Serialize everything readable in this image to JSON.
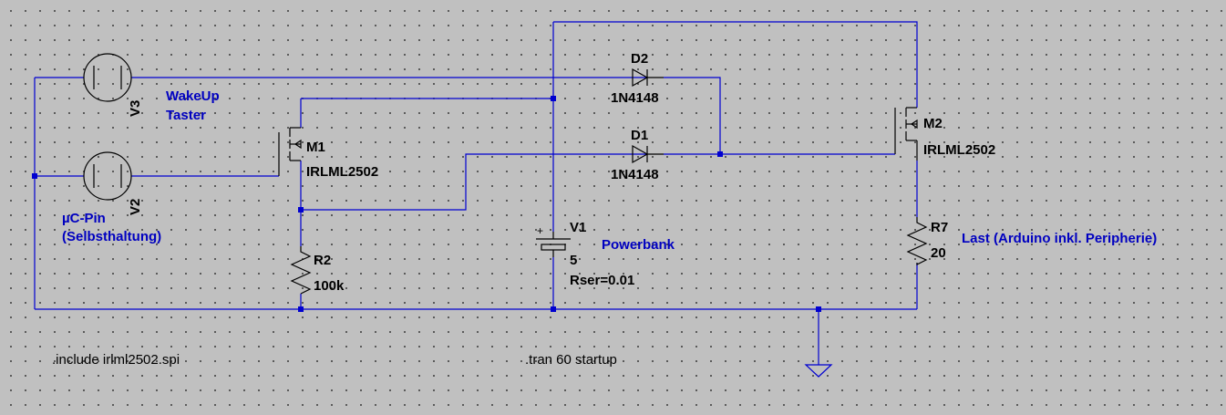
{
  "components": {
    "v3": {
      "ref": "V3"
    },
    "v2": {
      "ref": "V2"
    },
    "v1": {
      "ref": "V1",
      "value": "5",
      "rser": "Rser=0.01"
    },
    "m1": {
      "ref": "M1",
      "model": "IRLML2502"
    },
    "m2": {
      "ref": "M2",
      "model": "IRLML2502"
    },
    "d1": {
      "ref": "D1",
      "model": "1N4148"
    },
    "d2": {
      "ref": "D2",
      "model": "1N4148"
    },
    "r2": {
      "ref": "R2",
      "value": "100k"
    },
    "r7": {
      "ref": "R7",
      "value": "20"
    }
  },
  "net_labels": {
    "wakeup_line1": "WakeUp",
    "wakeup_line2": "Taster",
    "uc_line1": "µC-Pin",
    "uc_line2": "(Selbsthaltung)",
    "powerbank": "Powerbank",
    "load": "Last (Arduino inkl. Peripherie)"
  },
  "directives": {
    "include": ".include irlml2502.spi",
    "tran": ".tran 60 startup"
  },
  "colors": {
    "background": "#c0c0c0",
    "wire": "#0000d0",
    "component": "#000000",
    "net_label": "#0000c0"
  }
}
